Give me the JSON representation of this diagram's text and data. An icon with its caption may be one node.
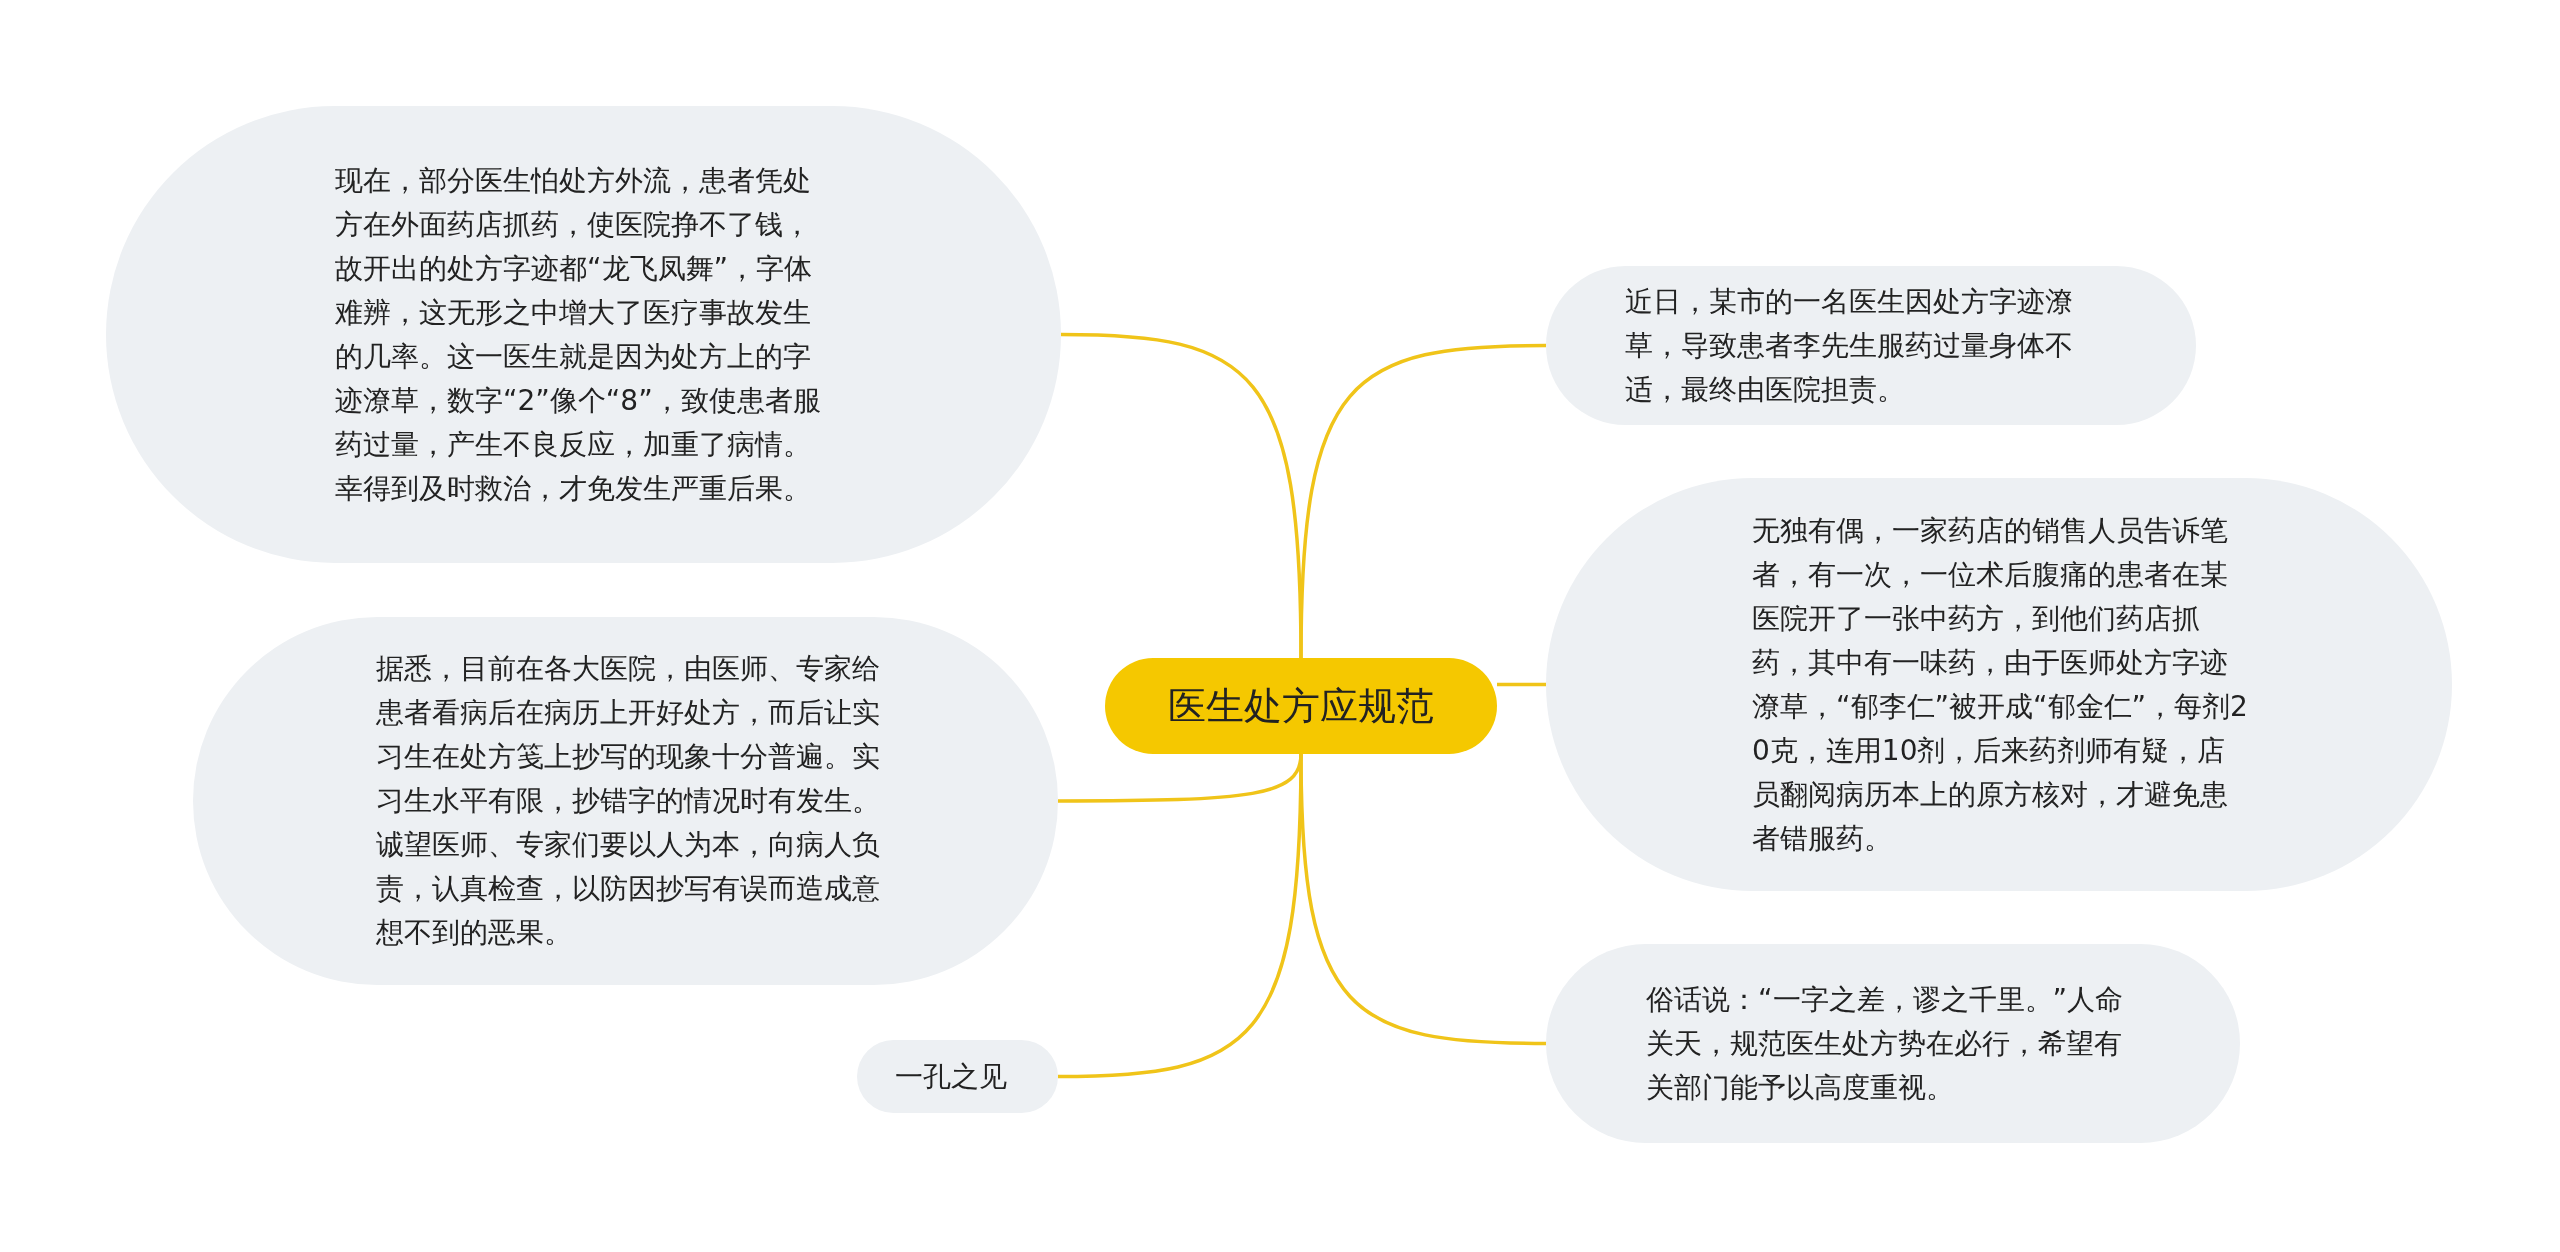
{
  "diagram": {
    "nodes": [
      {
        "text": [
          "医生处方应规范"
        ]
      },
      {
        "text": [
          "现在，部分医生怕处方外流，患者凭处方在外面药店抓药，使医院挣不了钱，故开出的处方字迹都“龙飞凤舞”，字体难辨，这无形之中增大了医疗事故发生的几率。这一医生就是因为处方上的字迹潦草，数字“2”像个“8”，致使患者服药过量，产生不良反应，加重了病情。幸得到及时救治，才免发生严重后果。"
        ]
      },
      {
        "text": [
          "据悉，目前在各大医院，由医师、专家给患者看病后在病历上开好处方，而后让实习生在处方笺上抄写的现象十分普遍。实习生水平有限，抄错字的情况时有发生。诚望医师、专家们要以人为本，向病人负责，认真检查，以防因抄写有误而造成意想不到的恶果。"
        ]
      },
      {
        "text": [
          "一孔之见"
        ]
      },
      {
        "text": [
          "近日，某市的一名医生因处方字迹潦草，导致患者李先生服药过量身体不适，最终由医院担责。"
        ]
      },
      {
        "text": [
          "无独有偶，一家药店的销售人员告诉笔者，有一次，一位术后腹痛的患者在某医院开了一张中药方，到他们药店抓药，其中有一味药，由于医师处方字迹潦草，“郁李仁”被开成“郁金仁”，每剂20克，连用10剂，后来药剂师有疑，店员翻阅病历本上的原方核对，才避免患者错服药。"
        ]
      },
      {
        "text": [
          "俗话说：“一字之差，谬之千里。”人命关天，规范医生处方势在必行，希望有关部门能予以高度重视。"
        ]
      }
    ],
    "edges": [
      {
        "from": 0,
        "to": 1,
        "arrow": "none"
      },
      {
        "from": 0,
        "to": 2,
        "arrow": "none"
      },
      {
        "from": 0,
        "to": 3,
        "arrow": "none"
      },
      {
        "from": 0,
        "to": 4,
        "arrow": "none"
      },
      {
        "from": 0,
        "to": 5,
        "arrow": "none"
      },
      {
        "from": 0,
        "to": 6,
        "arrow": "none"
      }
    ]
  }
}
